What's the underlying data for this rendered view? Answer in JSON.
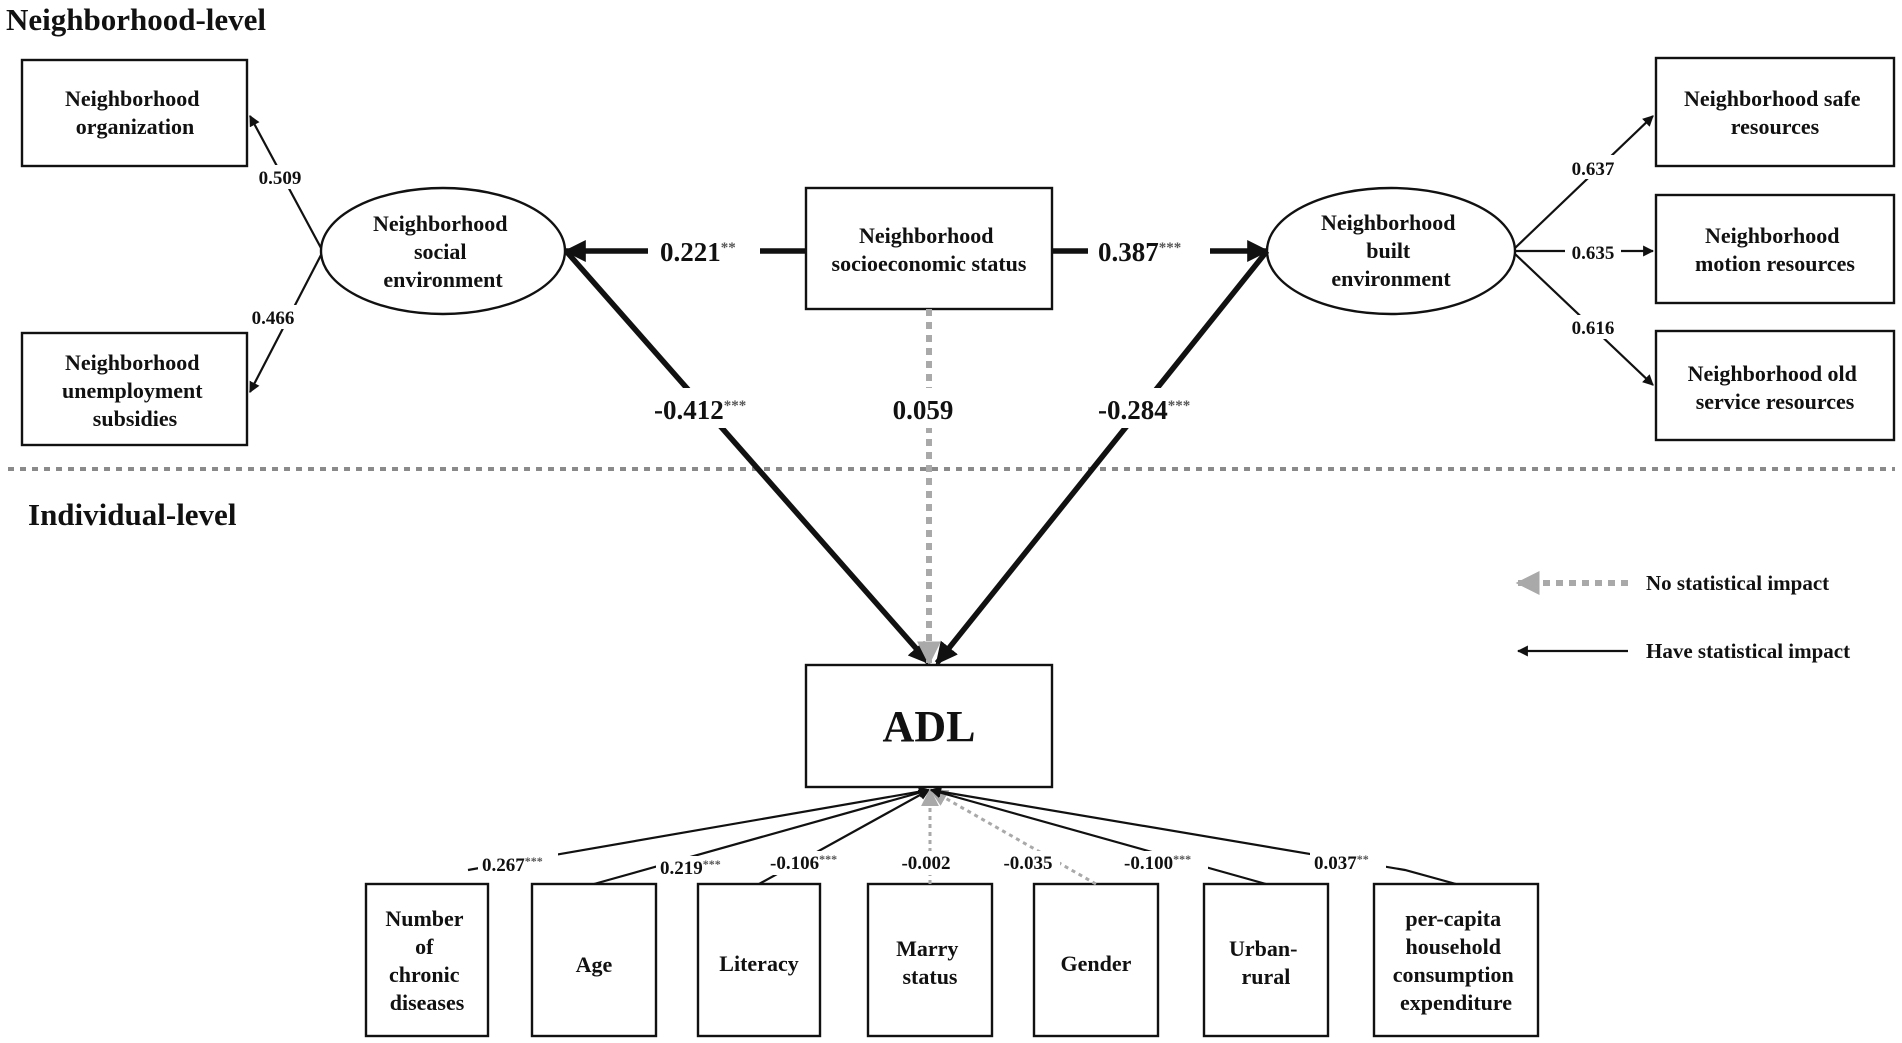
{
  "sections": {
    "neighborhood": "Neighborhood-level",
    "individual": "Individual-level"
  },
  "nodes": {
    "org": [
      "Neighborhood",
      "organization"
    ],
    "unemp": [
      "Neighborhood",
      "unemployment",
      "subsidies"
    ],
    "social": [
      "Neighborhood",
      "social",
      "environment"
    ],
    "ses": [
      "Neighborhood",
      "socioeconomic status"
    ],
    "built": [
      "Neighborhood",
      "built",
      "environment"
    ],
    "safe": [
      "Neighborhood safe",
      "resources"
    ],
    "motion": [
      "Neighborhood",
      "motion resources"
    ],
    "old": [
      "Neighborhood old",
      "service resources"
    ],
    "adl": "ADL",
    "chronic": [
      "Number",
      "of",
      "chronic",
      "diseases"
    ],
    "age": [
      "Age"
    ],
    "literacy": [
      "Literacy"
    ],
    "marry": [
      "Marry",
      "status"
    ],
    "gender": [
      "Gender"
    ],
    "urban": [
      "Urban-",
      "rural"
    ],
    "consumption": [
      "per-capita",
      "household",
      "consumption",
      "expenditure"
    ]
  },
  "paths": {
    "org_loading": "0.509",
    "unemp_loading": "0.466",
    "ses_social": {
      "value": "0.221",
      "stars": "**"
    },
    "ses_built": {
      "value": "0.387",
      "stars": "***"
    },
    "social_adl": {
      "value": "-0.412",
      "stars": "***"
    },
    "ses_adl": {
      "value": "0.059",
      "stars": ""
    },
    "built_adl": {
      "value": "-0.284",
      "stars": "***"
    },
    "safe_loading": "0.637",
    "motion_loading": "0.635",
    "old_loading": "0.616",
    "chronic_adl": {
      "value": "0.267",
      "stars": "***"
    },
    "age_adl": {
      "value": "0.219",
      "stars": "***"
    },
    "literacy_adl": {
      "value": "-0.106",
      "stars": "***"
    },
    "marry_adl": {
      "value": "-0.002",
      "stars": ""
    },
    "gender_adl": {
      "value": "-0.035",
      "stars": ""
    },
    "urban_adl": {
      "value": "-0.100",
      "stars": "***"
    },
    "consumption_adl": {
      "value": "0.037",
      "stars": "**"
    }
  },
  "legend": {
    "no_impact": "No statistical impact",
    "impact": "Have statistical impact"
  },
  "colors": {
    "significant": "#111111",
    "not_significant": "#a9a9a9"
  }
}
